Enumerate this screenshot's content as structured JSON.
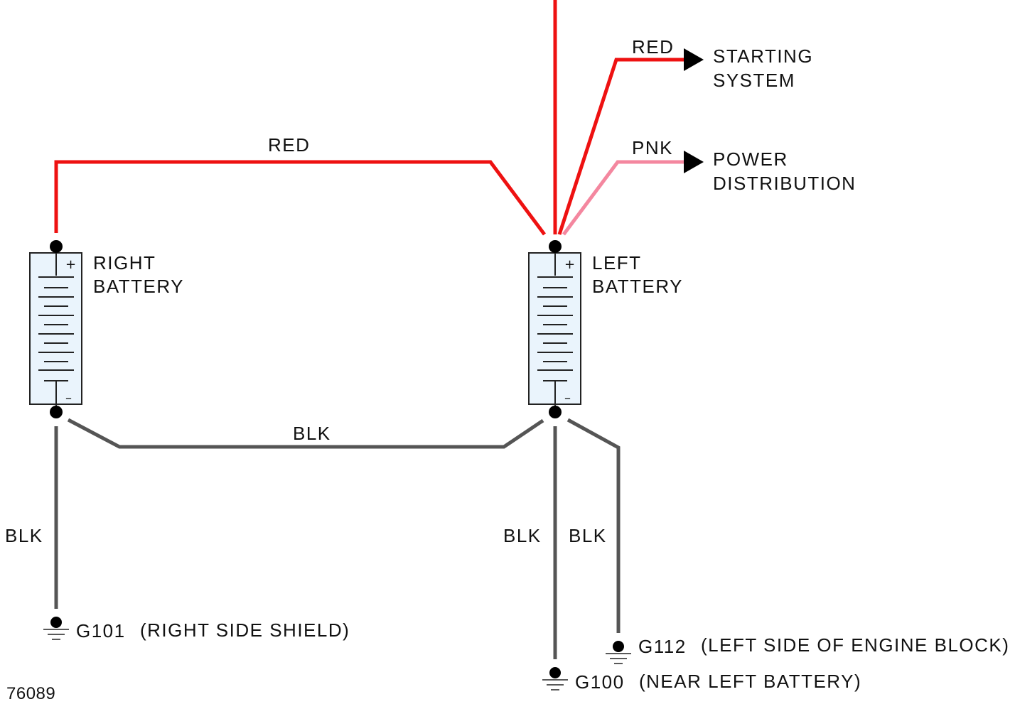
{
  "colors": {
    "red_wire": "#ee1111",
    "pink_wire": "#f4879f",
    "black_wire": "#555555",
    "battery_fill": "#eaf4fc"
  },
  "wires": {
    "red_feed": "RED",
    "red_starting": "RED",
    "pnk_power": "PNK",
    "blk_batteries": "BLK",
    "blk_right_ground": "BLK",
    "blk_g100": "BLK",
    "blk_g112": "BLK"
  },
  "destinations": {
    "starting": [
      "STARTING",
      "SYSTEM"
    ],
    "power": [
      "POWER",
      "DISTRIBUTION"
    ]
  },
  "batteries": {
    "right": [
      "RIGHT",
      "BATTERY"
    ],
    "left": [
      "LEFT",
      "BATTERY"
    ],
    "plus_sign": "+",
    "minus_sign": "–"
  },
  "grounds": {
    "g101": {
      "id": "G101",
      "location": "(RIGHT SIDE SHIELD)"
    },
    "g100": {
      "id": "G100",
      "location": "(NEAR LEFT BATTERY)"
    },
    "g112": {
      "id": "G112",
      "location": "(LEFT SIDE OF ENGINE BLOCK)"
    }
  },
  "figure_number": "76089"
}
